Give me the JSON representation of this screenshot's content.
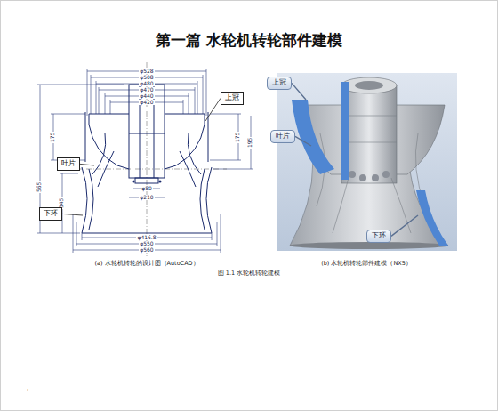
{
  "diagram": {
    "title": "第一篇 水轮机转轮部件建模",
    "caption": "图 1.1 水轮机转轮建模",
    "nodes": [
      {
        "text": [
          "上冠"
        ]
      },
      {
        "text": [
          "叶片"
        ]
      },
      {
        "text": [
          "下环"
        ]
      },
      {
        "text": [
          "上冠"
        ]
      },
      {
        "text": [
          "叶片"
        ]
      },
      {
        "text": [
          "下环"
        ]
      }
    ],
    "labels": [
      "φ528",
      "φ508",
      "φ480",
      "φ470",
      "φ440",
      "φ420",
      "φ80",
      "φ210",
      "175",
      "565",
      "345",
      "175",
      "195",
      "φ416.8",
      "φ550",
      "φ560",
      "(a)  水轮机转轮的设计图（AutoCAD）",
      "(b)  水轮机转轮部件建模（NX5）",
      ","
    ]
  }
}
